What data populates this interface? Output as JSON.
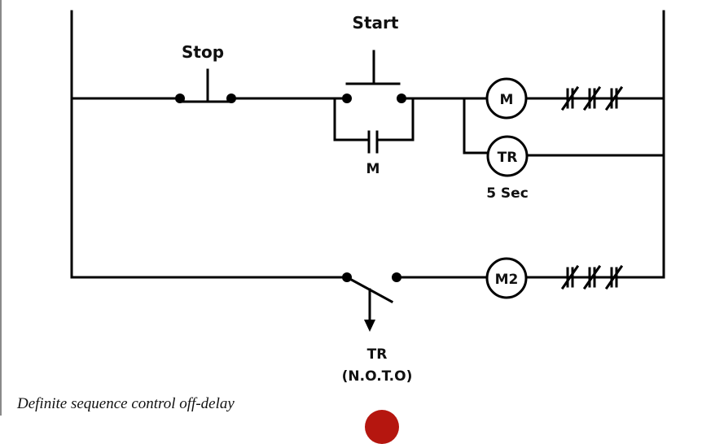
{
  "diagram": {
    "title": "Definite sequence control off-delay",
    "rung1": {
      "stop_label": "Stop",
      "start_label": "Start",
      "seal_contact_label": "M",
      "motor_coil_label": "M",
      "timer_coil_label": "TR",
      "timer_setting": "5 Sec"
    },
    "rung2": {
      "timer_contact_label": "TR",
      "timer_contact_type": "(N.O.T.O)",
      "motor2_coil_label": "M2"
    },
    "colors": {
      "line": "#000000",
      "accent": "#b5160f"
    }
  }
}
